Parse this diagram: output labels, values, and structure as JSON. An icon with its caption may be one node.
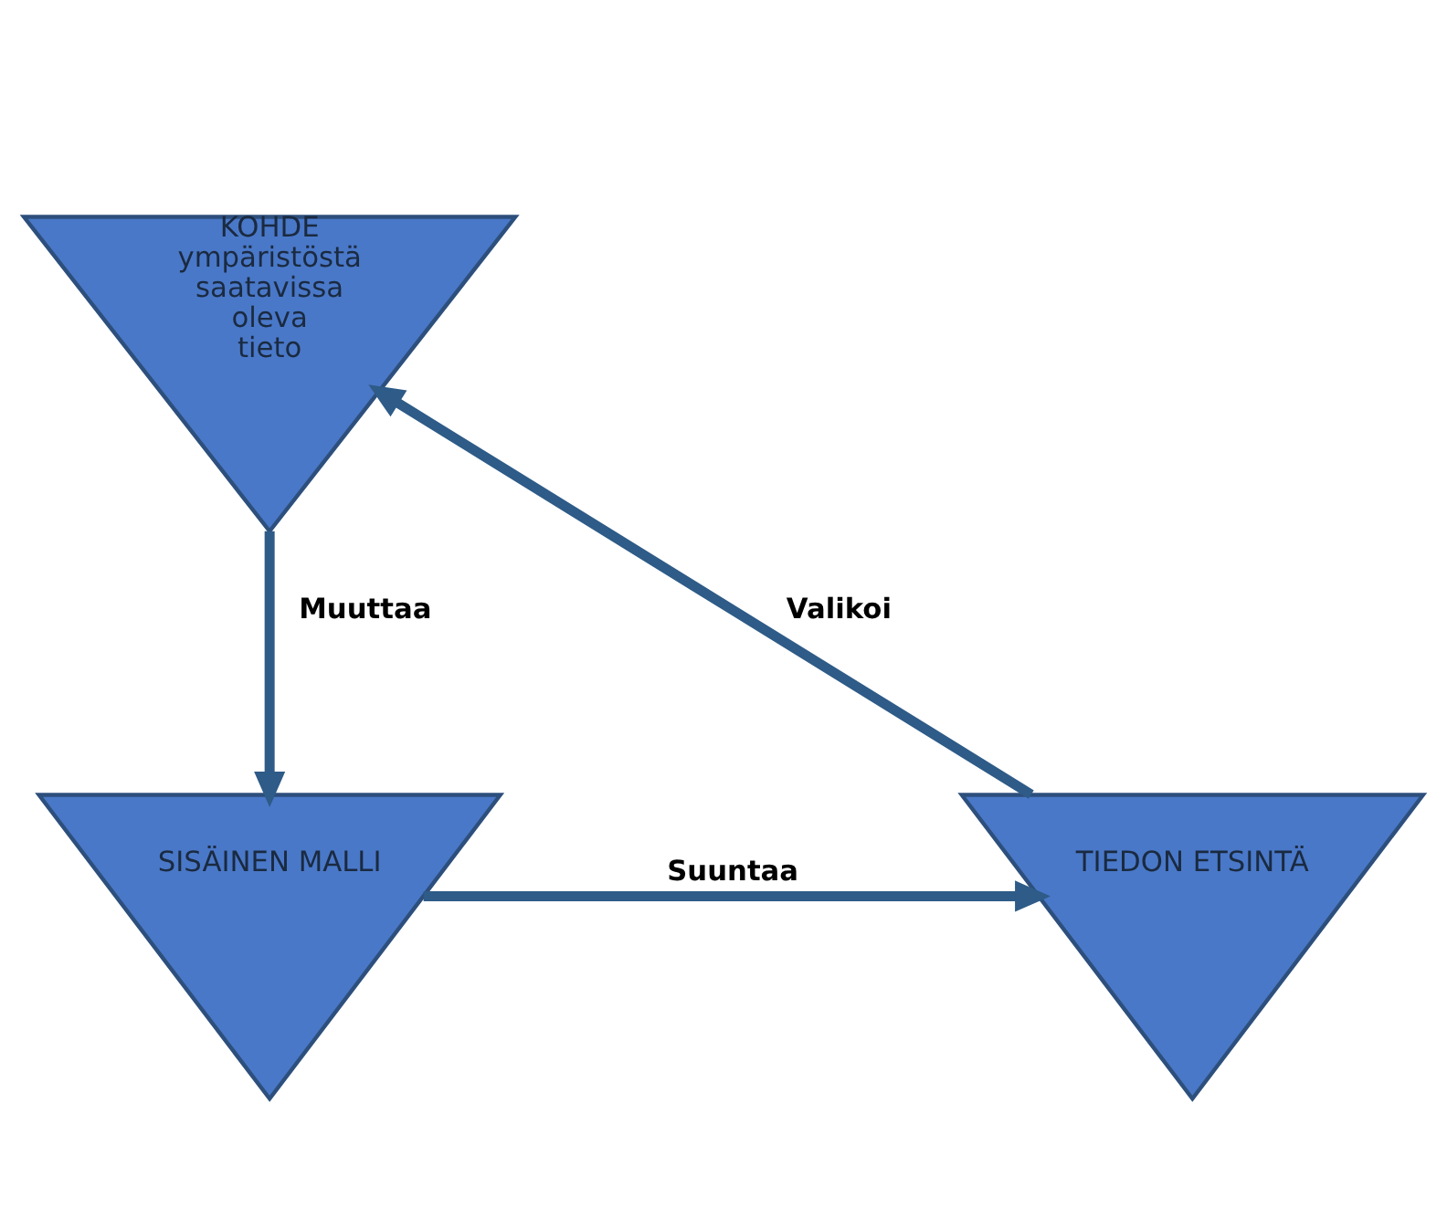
{
  "diagram": {
    "nodes": [
      {
        "text": [
          "KOHDE",
          "ympäristöstä saatavissa oleva tieto"
        ]
      },
      {
        "text": [
          "SISÄINEN MALLI"
        ]
      },
      {
        "text": [
          "TIEDON ETSINTÄ"
        ]
      }
    ],
    "edges": [
      {
        "from": 0,
        "to": 1,
        "arrow": "to",
        "label": "Muuttaa"
      },
      {
        "from": 1,
        "to": 2,
        "arrow": "to",
        "label": "Suuntaa"
      },
      {
        "from": 2,
        "to": 0,
        "arrow": "to",
        "label": "Valikoi"
      }
    ]
  }
}
